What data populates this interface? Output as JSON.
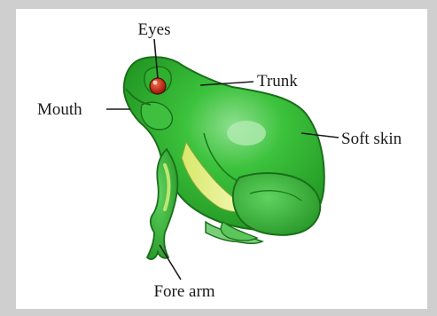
{
  "labels": {
    "eyes": "Eyes",
    "trunk": "Trunk",
    "mouth": "Mouth",
    "soft_skin": "Soft skin",
    "fore_arm": "Fore arm"
  },
  "colors": {
    "body_green": "#2db82d",
    "highlight_green": "#7fd87f",
    "dark_green": "#1e8a1e",
    "belly_yellow": "#e9ef8a",
    "eye_red": "#c0301a"
  }
}
